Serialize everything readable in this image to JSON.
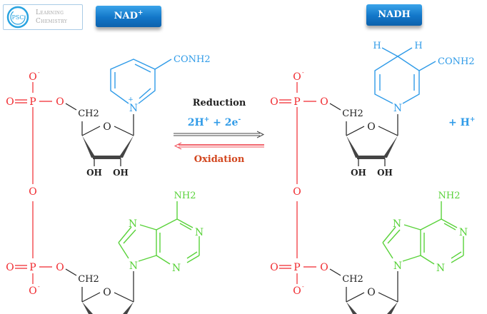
{
  "logo": {
    "initials": "PSC",
    "line1": "Learning",
    "line2": "Chemistry"
  },
  "badges": {
    "left": {
      "text": "NAD",
      "sup": "+"
    },
    "right": {
      "text": "NADH"
    }
  },
  "colors": {
    "phosphate": "#f0282d",
    "nicotinamide": "#2f9be8",
    "adenine": "#59d23a",
    "ribose": "#222222",
    "reduction_arrow": "#444444",
    "oxidation_arrow": "#f0505a",
    "oxidation_text": "#d2461e",
    "badge": "#1a82d2"
  },
  "reaction": {
    "reduction_label": "Reduction",
    "reagent_main": "2H",
    "reagent_sup1": "+",
    "reagent_mid": " + 2e",
    "reagent_sup2": "-",
    "oxidation_label": "Oxidation",
    "product_extra": "+ H",
    "product_extra_sup": "+"
  },
  "labels": {
    "o": "O",
    "p": "P",
    "o_minus_sup": "-",
    "ch2": "CH2",
    "oh": "OH",
    "n": "N",
    "n_plus_sup": "+",
    "conh2": "CONH2",
    "nh2": "NH2",
    "h": "H"
  }
}
